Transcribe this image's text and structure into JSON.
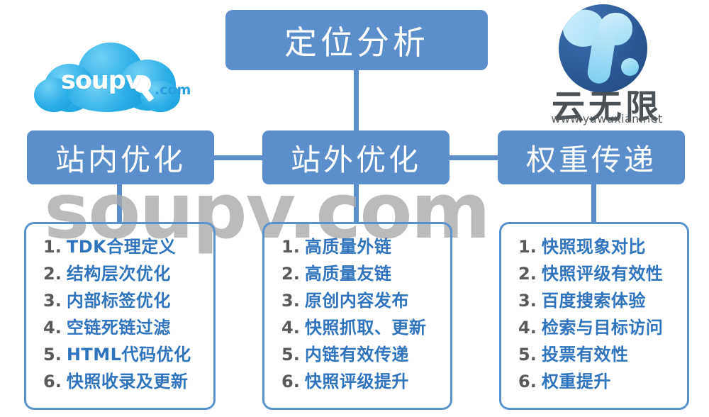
{
  "diagram": {
    "root": {
      "label": "定位分析"
    },
    "level2": [
      {
        "label": "站内优化"
      },
      {
        "label": "站外优化"
      },
      {
        "label": "权重传递"
      }
    ],
    "columns": [
      {
        "parent": "站内优化",
        "items": [
          {
            "num": "1.",
            "text": "TDK合理定义"
          },
          {
            "num": "2.",
            "text": "结构层次优化"
          },
          {
            "num": "3.",
            "text": "内部标签优化"
          },
          {
            "num": "4.",
            "text": "空链死链过滤"
          },
          {
            "num": "5.",
            "text": "HTML代码优化"
          },
          {
            "num": "6.",
            "text": "快照收录及更新"
          }
        ]
      },
      {
        "parent": "站外优化",
        "items": [
          {
            "num": "1.",
            "text": "高质量外链"
          },
          {
            "num": "2.",
            "text": "高质量友链"
          },
          {
            "num": "3.",
            "text": "原创内容发布"
          },
          {
            "num": "4.",
            "text": "快照抓取、更新"
          },
          {
            "num": "5.",
            "text": "内链有效传递"
          },
          {
            "num": "6.",
            "text": "快照评级提升"
          }
        ]
      },
      {
        "parent": "权重传递",
        "items": [
          {
            "num": "1.",
            "text": "快照现象对比"
          },
          {
            "num": "2.",
            "text": "快照评级有效性"
          },
          {
            "num": "3.",
            "text": "百度搜索体验"
          },
          {
            "num": "4.",
            "text": "检索与目标访问"
          },
          {
            "num": "5.",
            "text": "投票有效性"
          },
          {
            "num": "6.",
            "text": "权重提升"
          }
        ]
      }
    ]
  },
  "logos": {
    "soupv": {
      "word": "soupv",
      "suffix": ".com",
      "icon": "cloud-magnifier-icon"
    },
    "yuwuxian": {
      "name": "云无限",
      "url": "www.yuwuxian.net",
      "icon": "y-circle-icon"
    }
  },
  "watermark": {
    "text": "soupv.com"
  },
  "colors": {
    "node_fill": "#5a8fcb",
    "panel_border": "#5a93cc",
    "list_text": "#2f74bd",
    "list_number": "#58595b",
    "watermark": "#a8a8a8",
    "cloud_blue": "#2aaee6",
    "circle_navy": "#2e5e9c"
  }
}
